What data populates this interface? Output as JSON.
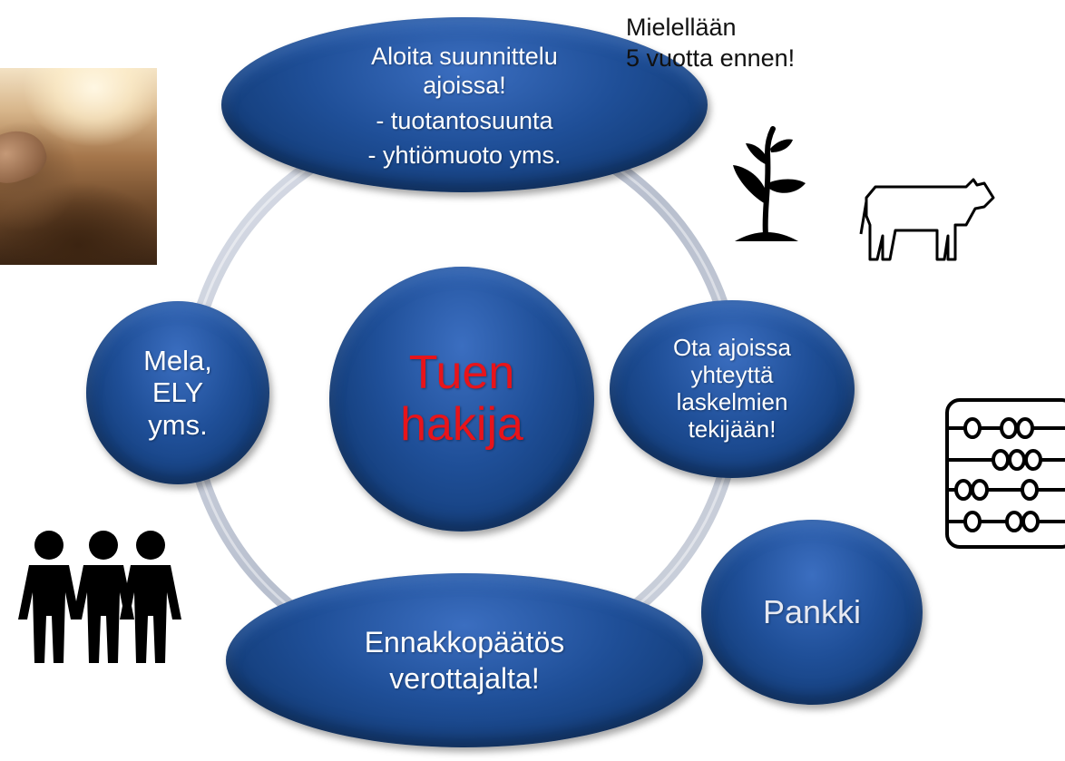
{
  "top_node": {
    "line1": "Aloita suunnittelu",
    "line2": "ajoissa!",
    "line3": "- tuotantosuunta",
    "line4": "- yhtiömuoto yms."
  },
  "note": {
    "line1": "Mielellään",
    "line2": "5 vuotta ennen!"
  },
  "center_node": {
    "line1": "Tuen",
    "line2": "hakija",
    "color": "#e8141a"
  },
  "left_node": {
    "line1": "Mela,",
    "line2": "ELY",
    "line3": "yms."
  },
  "right_node": {
    "line1": "Ota ajoissa",
    "line2": "yhteyttä",
    "line3": "laskelmien",
    "line4": "tekijään!"
  },
  "bottom_node": {
    "line1": "Ennakkopäätös",
    "line2": "verottajalta!"
  },
  "bank_node": {
    "label": "Pankki"
  },
  "icons": [
    "plant-icon",
    "cow-icon",
    "abacus-icon",
    "people-icon"
  ],
  "colors": {
    "bubble_blue": "#1f4f98",
    "ring_grey": "#c2c7d3"
  }
}
